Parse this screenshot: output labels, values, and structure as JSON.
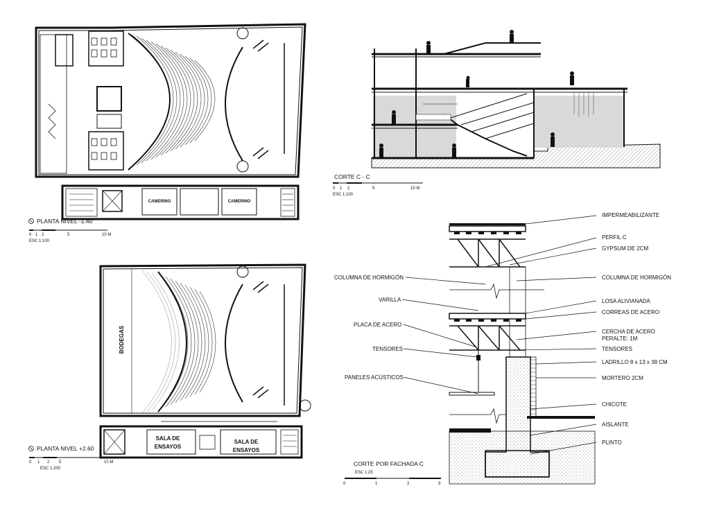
{
  "plan_lower": {
    "title": "PLANTA NIVEL -1.40",
    "scale": "ESC 1:100",
    "ticks": [
      "0",
      "1",
      "2",
      "5",
      "10 M"
    ],
    "rooms": [
      "CAMERINO",
      "CAMERINO"
    ]
  },
  "plan_upper": {
    "title": "PLANTA NIVEL +2.60",
    "scale": "ESC 1:200",
    "ticks": [
      "0",
      "1",
      "2",
      "5",
      "10 M"
    ],
    "storage": "BODEGAS",
    "room_a": [
      "SALA DE",
      "ENSAYOS"
    ],
    "room_b": [
      "SALA DE",
      "ENSAYOS"
    ]
  },
  "section_cc": {
    "title": "CORTE C - C",
    "scale": "ESC 1:100",
    "ticks": [
      "0",
      "1",
      "2",
      "5",
      "10 M"
    ]
  },
  "facade_section": {
    "title": "CORTE POR FACHADA C",
    "scale": "ESC 1:25",
    "ticks": [
      "0",
      "1",
      "2",
      "3"
    ],
    "labels_right": [
      "IMPERMEABILIZANTE",
      "PERFIL C",
      "GYPSUM DE 2CM",
      "COLUMNA DE HORMIGÓN",
      "LOSA ALIVIANADA",
      "CORREAS DE ACERO",
      "CERCHA DE ACERO",
      "PERALTE: 1M",
      "TENSORES",
      "LADRILLO 8 x 13 x 38 CM",
      "MORTERO 2CM",
      "CHICOTE",
      "AISLANTE",
      "PLINTO"
    ],
    "labels_left": [
      "COLUMNA DE HORMIGÓN",
      "VARILLA",
      "PLACA DE ACERO",
      "TENSORES",
      "PANELES ACÚSTICOS"
    ]
  }
}
